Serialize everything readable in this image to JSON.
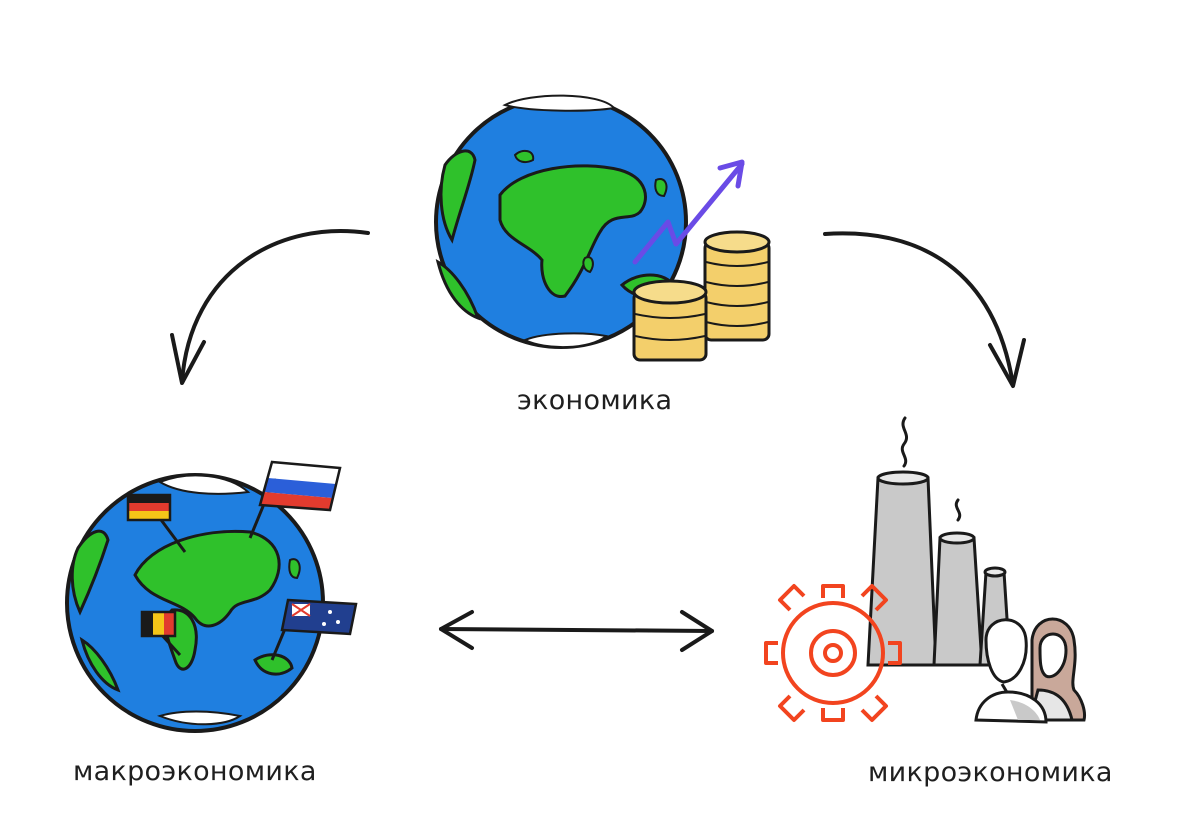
{
  "labels": {
    "economy": "экономика",
    "macro": "макроэкономика",
    "micro": "микроэкономика"
  },
  "icons": {
    "economy": [
      "globe-icon",
      "rising-arrow-icon",
      "coin-stack-icon"
    ],
    "macro": [
      "globe-icon",
      "germany-flag-icon",
      "russia-flag-icon",
      "belgium-flag-icon",
      "australia-flag-icon"
    ],
    "micro": [
      "factory-icon",
      "gear-icon",
      "people-icon"
    ],
    "connectors": [
      "arrow-left-down-icon",
      "arrow-right-down-icon",
      "double-arrow-icon"
    ]
  },
  "colors": {
    "ocean": "#1f7fe0",
    "land": "#2fc12b",
    "ice": "#ffffff",
    "coin": "#f3cf6b",
    "trend": "#6a4be6",
    "gear": "#f2441f",
    "chimney": "#c9c9c9",
    "ink": "#1a1a1a"
  }
}
